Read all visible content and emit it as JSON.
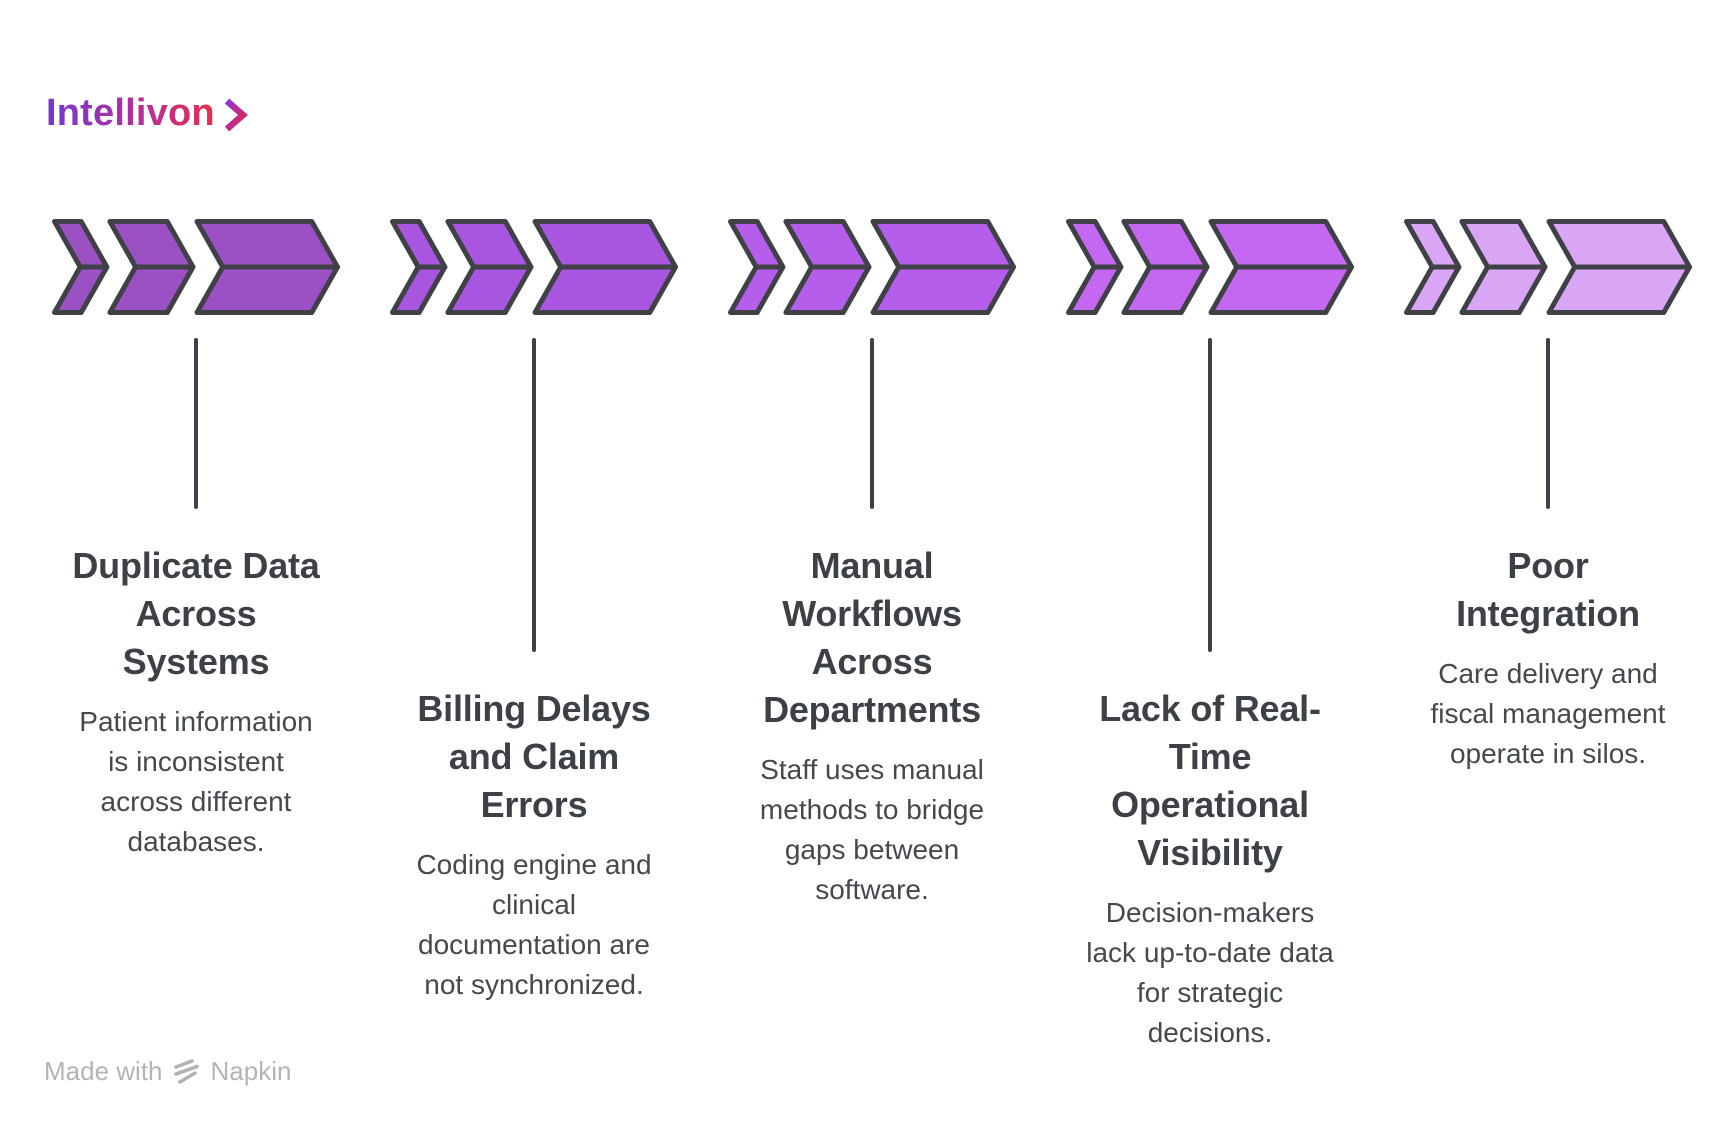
{
  "brand": {
    "name": "Intellivon",
    "gradient_start": "#8f35d8",
    "gradient_end": "#e22849"
  },
  "colors": {
    "chevron_outline": "#3f4147",
    "connector_line": "#3f4147",
    "title_text": "#3d4045",
    "body_text": "#45484d",
    "footer_text": "#b4b4b4",
    "background": "#ffffff"
  },
  "steps": [
    {
      "chevron_color": "#9b50c4",
      "connector": "short",
      "title_lines": [
        "Duplicate Data",
        "Across",
        "Systems"
      ],
      "description_lines": [
        "Patient information",
        "is inconsistent",
        "across different",
        "databases."
      ]
    },
    {
      "chevron_color": "#a855df",
      "connector": "long",
      "title_lines": [
        "Billing Delays",
        "and Claim",
        "Errors"
      ],
      "description_lines": [
        "Coding engine and",
        "clinical",
        "documentation are",
        "not synchronized."
      ]
    },
    {
      "chevron_color": "#b55eeb",
      "connector": "short",
      "title_lines": [
        "Manual",
        "Workflows",
        "Across",
        "Departments"
      ],
      "description_lines": [
        "Staff uses manual",
        "methods to bridge",
        "gaps between",
        "software."
      ]
    },
    {
      "chevron_color": "#c468f2",
      "connector": "long",
      "title_lines": [
        "Lack of Real-",
        "Time",
        "Operational",
        "Visibility"
      ],
      "description_lines": [
        "Decision-makers",
        "lack up-to-date data",
        "for strategic",
        "decisions."
      ]
    },
    {
      "chevron_color": "#d9a6f6",
      "connector": "short",
      "title_lines": [
        "Poor",
        "Integration"
      ],
      "description_lines": [
        "Care delivery and",
        "fiscal management",
        "operate in silos."
      ]
    }
  ],
  "footer": {
    "made_with": "Made with",
    "brand": "Napkin"
  }
}
